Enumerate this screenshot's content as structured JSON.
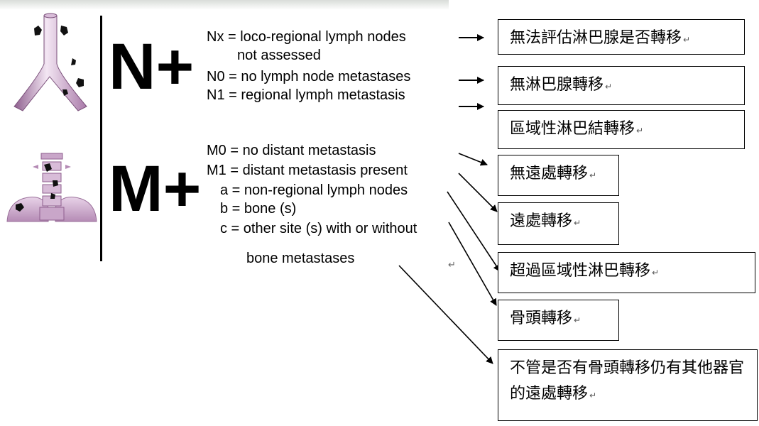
{
  "stages": {
    "n_title": "N+",
    "m_title": "M+"
  },
  "definitions": {
    "nx_line1": "Nx =   loco-regional lymph nodes",
    "nx_line2": "not assessed",
    "n0": "N0 = no lymph node metastases",
    "n1": "N1 = regional lymph metastasis",
    "m0": "M0 = no distant metastasis",
    "m1": "M1 = distant metastasis present",
    "m1a": "a = non-regional  lymph nodes",
    "m1b": "b = bone (s)",
    "m1c": "c = other site (s) with or without",
    "m1c_cont": "bone metastases"
  },
  "translations": {
    "nx": "無法評估淋巴腺是否轉移",
    "n0": "無淋巴腺轉移",
    "n1": "區域性淋巴結轉移",
    "m0": "無遠處轉移",
    "m1": "遠處轉移",
    "m1a": "超過區域性淋巴轉移",
    "m1b": "骨頭轉移",
    "m1c": "不管是否有骨頭轉移仍有其他器官的遠處轉移"
  },
  "return_mark": "↵",
  "colors": {
    "organ_fill": "#c9a6c9",
    "organ_shade": "#8e5f8e",
    "lesion": "#111111",
    "text": "#000000"
  }
}
